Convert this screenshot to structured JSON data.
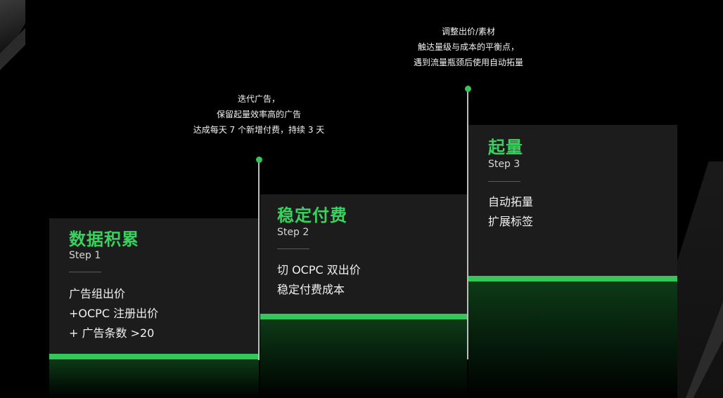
{
  "diagram": {
    "steps": [
      {
        "title": "数据积累",
        "subtitle": "Step 1",
        "lines": [
          "广告组出价",
          "+OCPC 注册出价",
          "+ 广告条数 >20"
        ]
      },
      {
        "title": "稳定付费",
        "subtitle": "Step 2",
        "lines": [
          "切 OCPC 双出价",
          "稳定付费成本"
        ]
      },
      {
        "title": "起量",
        "subtitle": "Step 3",
        "lines": [
          "自动拓量",
          "扩展标签"
        ]
      }
    ],
    "notes": [
      {
        "lines": [
          "迭代广告，",
          "保留起量效率高的广告",
          "达成每天 7 个新增付费，持续 3 天"
        ]
      },
      {
        "lines": [
          "调整出价/素材",
          "触达量级与成本的平衡点，",
          "遇到流量瓶颈后使用自动拓量"
        ]
      }
    ],
    "colors": {
      "accent": "#35c65a",
      "card": "#1c1c1c",
      "background": "#000000"
    }
  }
}
